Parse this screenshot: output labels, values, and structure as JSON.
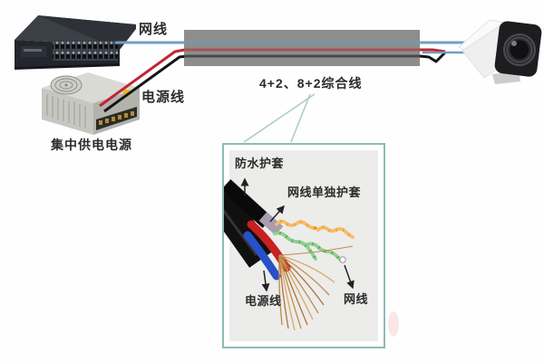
{
  "diagram": {
    "network_cable_label": "网线",
    "power_cable_label": "电源线",
    "power_supply_label": "集中供电电源",
    "combined_cable_label": "4+2、8+2综合线"
  },
  "inset": {
    "waterproof_jacket_label": "防水护套",
    "network_jacket_label": "网线单独护套",
    "power_wire_label": "电源线",
    "network_wire_label": "网线"
  },
  "colors": {
    "network_cable": "#6f9fc2",
    "power_red": "#c02532",
    "power_black": "#141414",
    "sheath_gray": "#909090",
    "inset_border": "#8cbab6",
    "callout_line": "#a9cbc8",
    "label_text": "#2b2b2b"
  }
}
